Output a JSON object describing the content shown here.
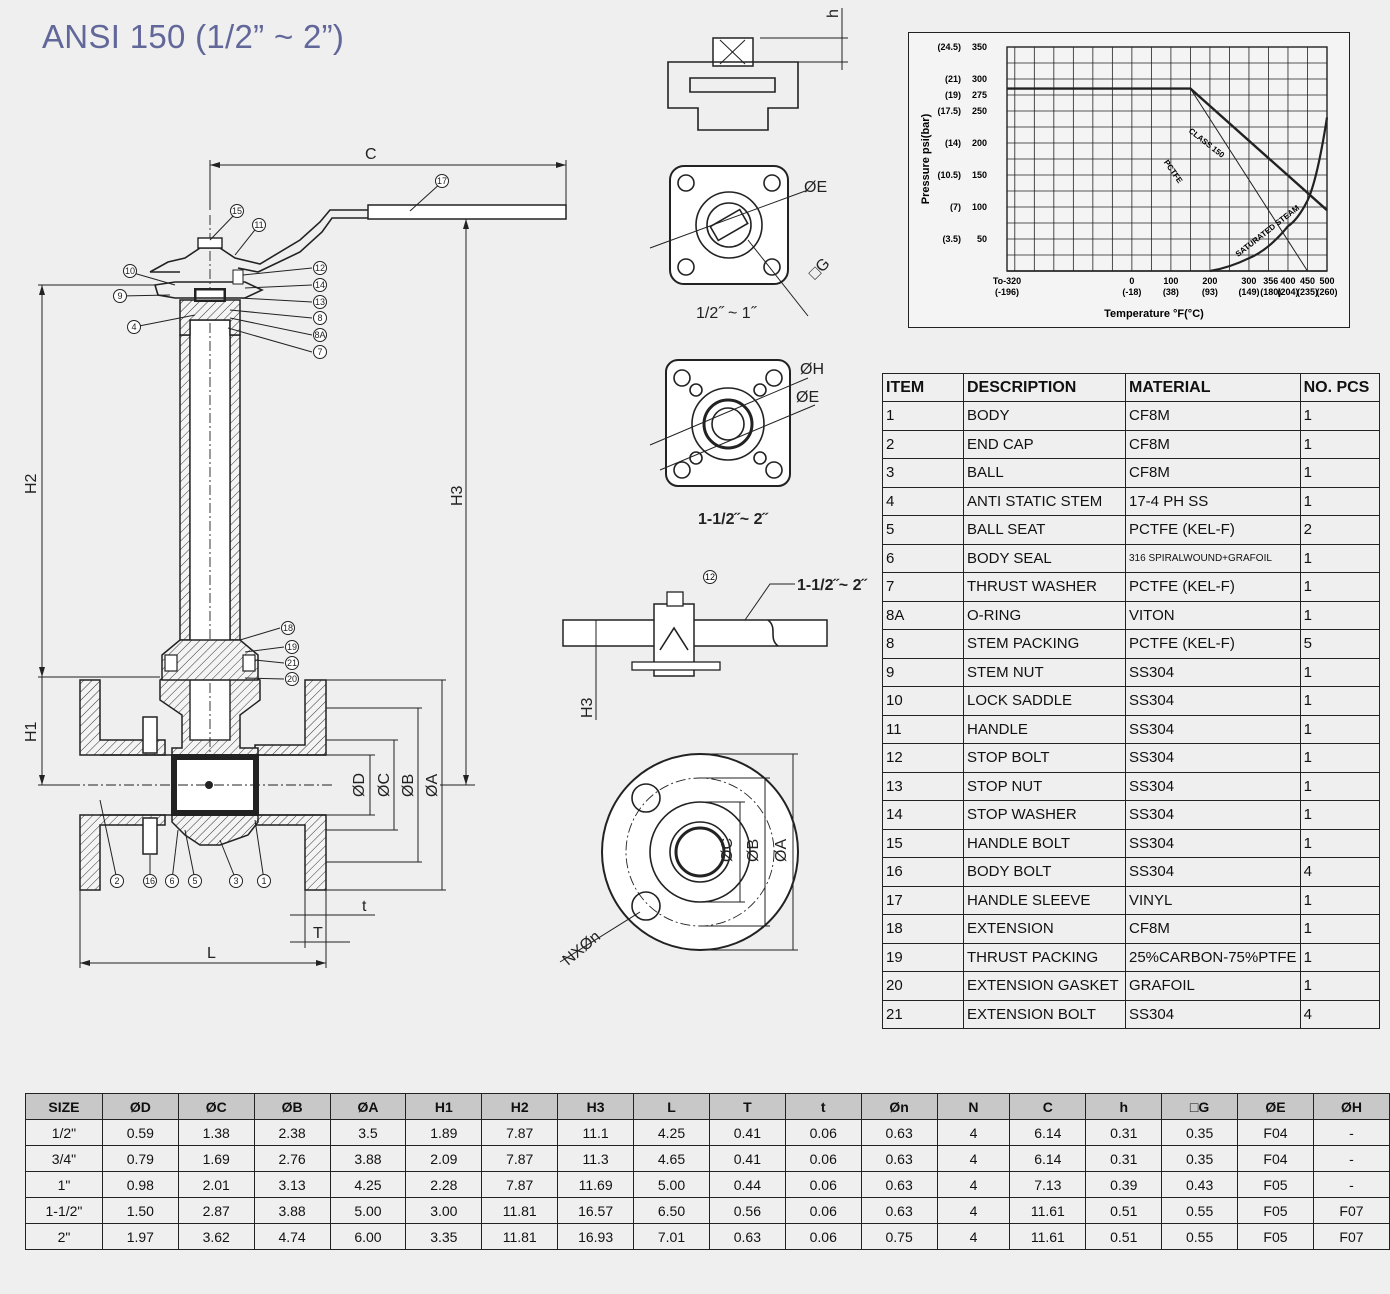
{
  "title": "ANSI 150 (1/2” ~ 2”)",
  "drawing_labels": {
    "C": "C",
    "H1": "H1",
    "H2": "H2",
    "H3": "H3",
    "L": "L",
    "T": "T",
    "t": "t",
    "phiD": "ØD",
    "phiC": "ØC",
    "phiB": "ØB",
    "phiA": "ØA",
    "h": "h",
    "phiE": "ØE",
    "sqG": "□G",
    "phiH": "ØH",
    "size_small": "1/2˝ ~ 1˝",
    "size_large": "1-1/2˝~ 2˝",
    "size_handle": "1-1/2˝~ 2˝",
    "H3_side": "H3",
    "NxPhin": "NXØn"
  },
  "balloons": [
    "15",
    "11",
    "17",
    "10",
    "12",
    "14",
    "9",
    "13",
    "4",
    "8",
    "8A",
    "7",
    "18",
    "19",
    "21",
    "20",
    "2",
    "16",
    "6",
    "5",
    "3",
    "1",
    "12"
  ],
  "chart_data": {
    "type": "line",
    "ylabel": "Pressure psi(bar)",
    "xlabel": "Temperature °F(°C)",
    "y_ticks": [
      {
        "value": 50,
        "label": "50",
        "bar": "(3.5)"
      },
      {
        "value": 100,
        "label": "100",
        "bar": "(7)"
      },
      {
        "value": 150,
        "label": "150",
        "bar": "(10.5)"
      },
      {
        "value": 200,
        "label": "200",
        "bar": "(14)"
      },
      {
        "value": 250,
        "label": "250",
        "bar": "(17.5)"
      },
      {
        "value": 275,
        "label": "275",
        "bar": "(19)"
      },
      {
        "value": 300,
        "label": "300",
        "bar": "(21)"
      },
      {
        "value": 350,
        "label": "350",
        "bar": "(24.5)"
      }
    ],
    "x_ticks": [
      {
        "label": "To-320",
        "c": "(-196)"
      },
      {
        "label": "0",
        "c": "(-18)"
      },
      {
        "label": "100",
        "c": "(38)"
      },
      {
        "label": "200",
        "c": "(93)"
      },
      {
        "label": "300",
        "c": "(149)"
      },
      {
        "label": "356",
        "c": "(180)"
      },
      {
        "label": "400",
        "c": "(204)"
      },
      {
        "label": "450",
        "c": "(235)"
      },
      {
        "label": "500",
        "c": "(260)"
      }
    ],
    "ylim": [
      0,
      350
    ],
    "series": [
      {
        "name": "CLASS 150",
        "x": [
          -320,
          150,
          500
        ],
        "y": [
          285,
          285,
          95
        ]
      },
      {
        "name": "PCTFE",
        "x": [
          -320,
          150,
          450
        ],
        "y": [
          285,
          285,
          0
        ]
      },
      {
        "name": "SATURATED STEAM",
        "x": [
          200,
          300,
          400,
          450,
          500
        ],
        "y": [
          0,
          20,
          70,
          110,
          240
        ]
      }
    ],
    "grid": true
  },
  "parts_table": {
    "headers": [
      "ITEM",
      "DESCRIPTION",
      "MATERIAL",
      "NO. PCS"
    ],
    "rows": [
      [
        "1",
        "BODY",
        "CF8M",
        "1"
      ],
      [
        "2",
        "END CAP",
        "CF8M",
        "1"
      ],
      [
        "3",
        "BALL",
        "CF8M",
        "1"
      ],
      [
        "4",
        "ANTI STATIC STEM",
        "17-4 PH SS",
        "1"
      ],
      [
        "5",
        "BALL SEAT",
        "PCTFE (KEL-F)",
        "2"
      ],
      [
        "6",
        "BODY SEAL",
        "316 SPIRALWOUND+GRAFOIL",
        "1"
      ],
      [
        "7",
        "THRUST WASHER",
        "PCTFE (KEL-F)",
        "1"
      ],
      [
        "8A",
        "O-RING",
        "VITON",
        "1"
      ],
      [
        "8",
        "STEM PACKING",
        "PCTFE (KEL-F)",
        "5"
      ],
      [
        "9",
        "STEM NUT",
        "SS304",
        "1"
      ],
      [
        "10",
        "LOCK SADDLE",
        "SS304",
        "1"
      ],
      [
        "11",
        "HANDLE",
        "SS304",
        "1"
      ],
      [
        "12",
        "STOP BOLT",
        "SS304",
        "1"
      ],
      [
        "13",
        "STOP NUT",
        "SS304",
        "1"
      ],
      [
        "14",
        "STOP WASHER",
        "SS304",
        "1"
      ],
      [
        "15",
        "HANDLE BOLT",
        "SS304",
        "1"
      ],
      [
        "16",
        "BODY BOLT",
        "SS304",
        "4"
      ],
      [
        "17",
        "HANDLE SLEEVE",
        "VINYL",
        "1"
      ],
      [
        "18",
        "EXTENSION",
        "CF8M",
        "1"
      ],
      [
        "19",
        "THRUST PACKING",
        "25%CARBON-75%PTFE",
        "1"
      ],
      [
        "20",
        "EXTENSION GASKET",
        "GRAFOIL",
        "1"
      ],
      [
        "21",
        "EXTENSION BOLT",
        "SS304",
        "4"
      ]
    ]
  },
  "dims_table": {
    "headers": [
      "SIZE",
      "ØD",
      "ØC",
      "ØB",
      "ØA",
      "H1",
      "H2",
      "H3",
      "L",
      "T",
      "t",
      "Øn",
      "N",
      "C",
      "h",
      "□G",
      "ØE",
      "ØH"
    ],
    "rows": [
      [
        "1/2\"",
        "0.59",
        "1.38",
        "2.38",
        "3.5",
        "1.89",
        "7.87",
        "11.1",
        "4.25",
        "0.41",
        "0.06",
        "0.63",
        "4",
        "6.14",
        "0.31",
        "0.35",
        "F04",
        "-"
      ],
      [
        "3/4\"",
        "0.79",
        "1.69",
        "2.76",
        "3.88",
        "2.09",
        "7.87",
        "11.3",
        "4.65",
        "0.41",
        "0.06",
        "0.63",
        "4",
        "6.14",
        "0.31",
        "0.35",
        "F04",
        "-"
      ],
      [
        "1\"",
        "0.98",
        "2.01",
        "3.13",
        "4.25",
        "2.28",
        "7.87",
        "11.69",
        "5.00",
        "0.44",
        "0.06",
        "0.63",
        "4",
        "7.13",
        "0.39",
        "0.43",
        "F05",
        "-"
      ],
      [
        "1-1/2\"",
        "1.50",
        "2.87",
        "3.88",
        "5.00",
        "3.00",
        "11.81",
        "16.57",
        "6.50",
        "0.56",
        "0.06",
        "0.63",
        "4",
        "11.61",
        "0.51",
        "0.55",
        "F05",
        "F07"
      ],
      [
        "2\"",
        "1.97",
        "3.62",
        "4.74",
        "6.00",
        "3.35",
        "11.81",
        "16.93",
        "7.01",
        "0.63",
        "0.06",
        "0.75",
        "4",
        "11.61",
        "0.51",
        "0.55",
        "F05",
        "F07"
      ]
    ]
  }
}
